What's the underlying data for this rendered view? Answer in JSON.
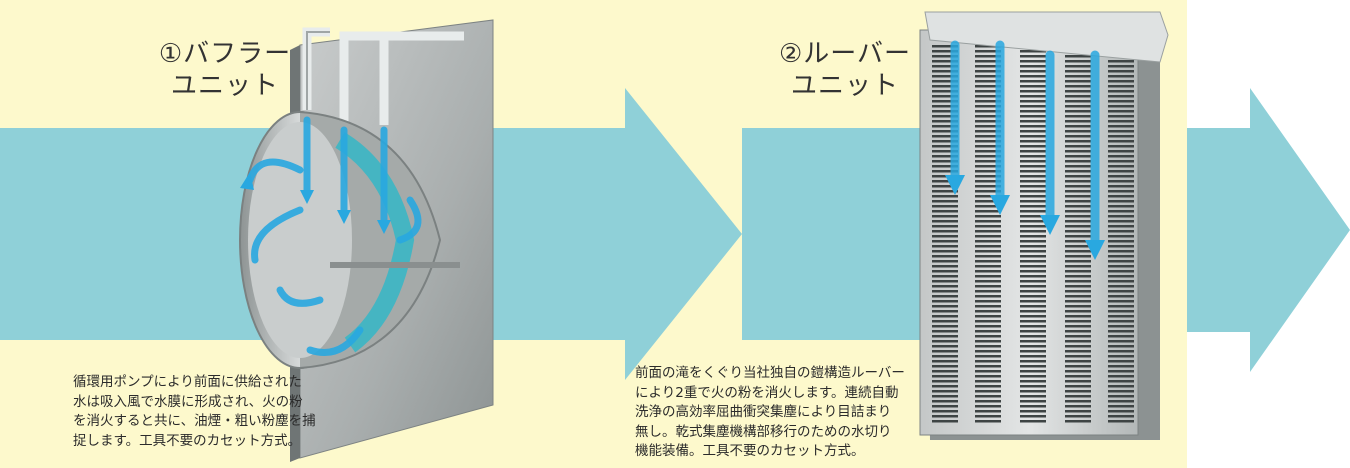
{
  "units": [
    {
      "title_lines": [
        "①バフラー",
        "ユニット"
      ],
      "description_lines": [
        "循環用ポンプにより前面に供給された",
        "水は吸入風で水膜に形成され、火の粉",
        "を消火すると共に、油煙・粗い粉塵を捕",
        "捉します。工具不要のカセット方式。"
      ]
    },
    {
      "title_lines": [
        "②ルーバー",
        "ユニット"
      ],
      "description_lines": [
        "前面の滝をくぐり当社独自の鎧構造ルーバー",
        "により2重で火の粉を消火します。連続自動",
        "洗浄の高効率屈曲衝突集塵により目詰まり",
        "無し。乾式集塵機構部移行のための水切り",
        "機能装備。工具不要のカセット方式。"
      ]
    }
  ],
  "colors": {
    "panel_background": "#fdf9cc",
    "flow_arrow": "#8fd0d8",
    "water": "#29a8e0",
    "steel": "#b9bdbd"
  }
}
